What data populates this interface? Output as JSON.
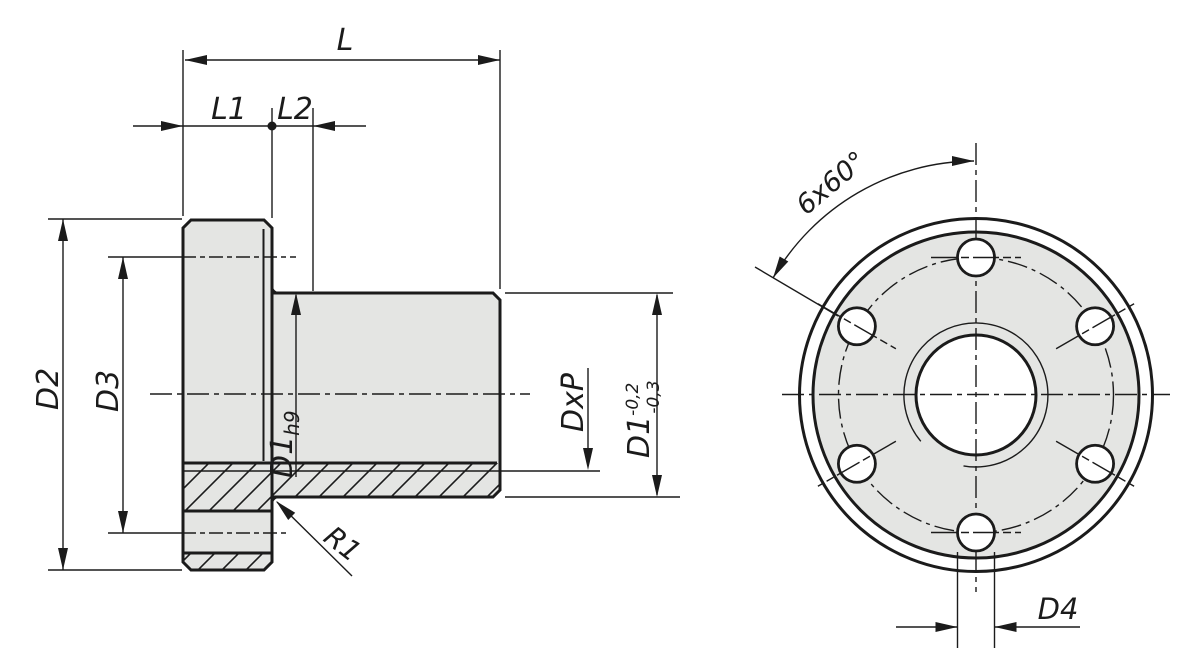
{
  "drawing": {
    "colors": {
      "line": "#1b1b1b",
      "part_fill": "#e4e5e3",
      "background": "#ffffff"
    },
    "labels": {
      "overall_length": "L",
      "flange_length": "L1",
      "collar_length": "L2",
      "flange_diameter": "D2",
      "bolt_circle_diameter": "D3",
      "body_diameter_base": "D1",
      "body_diameter_tolerance": "h9",
      "thread_designation": "DxP",
      "body_diameter2_base": "D1",
      "body_diameter2_tol_upper": "-0,2",
      "body_diameter2_tol_lower": "-0,3",
      "fillet_radius": "R1",
      "hole_pattern_angle": "6x60°",
      "mounting_hole_diameter": "D4"
    }
  }
}
